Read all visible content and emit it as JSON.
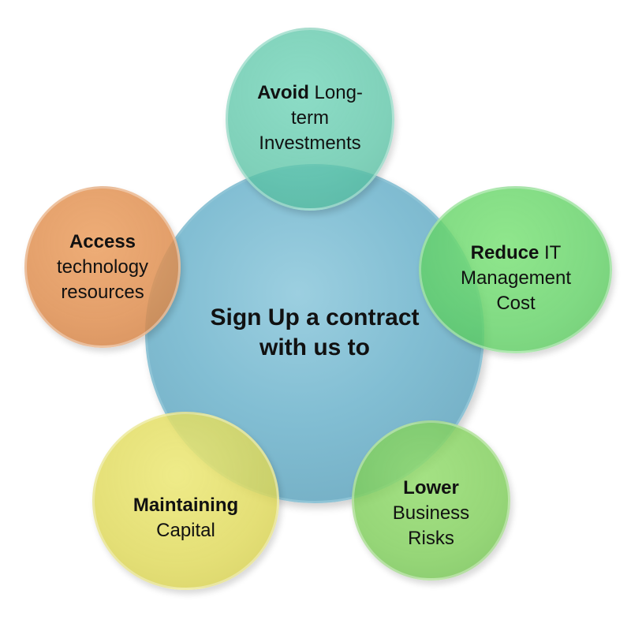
{
  "center": {
    "line1": "Sign Up a contract",
    "line2": "with us to"
  },
  "items": [
    {
      "id": "top",
      "bold": "Avoid",
      "line1_rest": " Long-",
      "line2": "term",
      "line3": "Investments",
      "color": "#5cc4a6"
    },
    {
      "id": "right",
      "bold": "Reduce",
      "line1_rest": " IT",
      "line2": "Management",
      "line3": "Cost",
      "color": "#60d064"
    },
    {
      "id": "bottom-right",
      "bold": "Lower",
      "line1_rest": "",
      "line2": "Business",
      "line3": "Risks",
      "color": "#7ccc56"
    },
    {
      "id": "bottom-left",
      "bold": "Maintaining",
      "line1_rest": "",
      "line2": "Capital",
      "line3": "",
      "color": "#ded858"
    },
    {
      "id": "left",
      "bold": "Access",
      "line1_rest": "",
      "line2": "technology",
      "line3": "resources",
      "color": "#de8e50"
    }
  ],
  "colors": {
    "center": "#82bed3"
  }
}
